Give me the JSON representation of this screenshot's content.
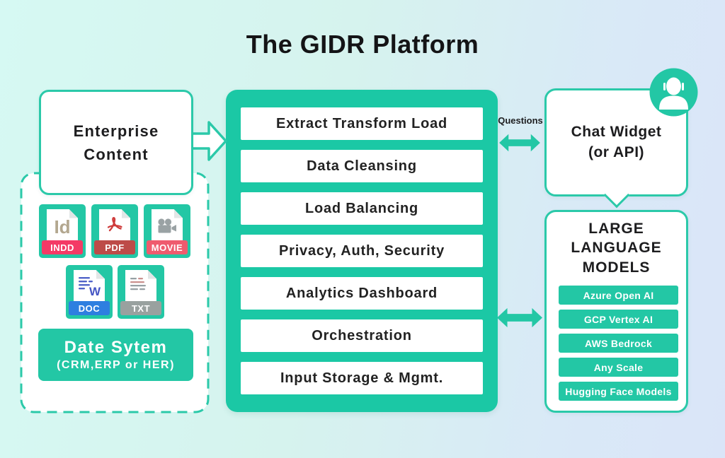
{
  "title": "The GIDR Platform",
  "colors": {
    "teal": "#23c7a5",
    "teal_border": "#2bc9a9",
    "background_left": "#d6f9f3",
    "background_right": "#dae5f8",
    "indd_badge": "#f43a66",
    "pdf_badge": "#bd4b48",
    "movie_badge": "#ef5b6e",
    "doc_badge": "#2e7fe0",
    "txt_badge": "#99a19f",
    "text_dark": "#1d1d1f"
  },
  "left_column": {
    "enterprise_box": {
      "line1": "Enterprise",
      "line2": "Content"
    },
    "file_tiles": [
      {
        "label": "INDD",
        "glyph": "Id",
        "icon": "indesign-file-icon"
      },
      {
        "label": "PDF",
        "icon": "pdf-file-icon"
      },
      {
        "label": "MOVIE",
        "icon": "movie-camera-icon"
      },
      {
        "label": "DOC",
        "glyph": "W",
        "icon": "word-doc-icon"
      },
      {
        "label": "TXT",
        "icon": "text-file-icon"
      }
    ],
    "data_system_box": {
      "line1": "Date Sytem",
      "line2": "(CRM,ERP or HER)"
    }
  },
  "pipeline": {
    "steps": [
      "Extract Transform Load",
      "Data Cleansing",
      "Load Balancing",
      "Privacy, Auth, Security",
      "Analytics Dashboard",
      "Orchestration",
      "Input Storage & Mgmt."
    ]
  },
  "right_column": {
    "questions_label": "Questions",
    "chat_widget": {
      "line1": "Chat Widget",
      "line2": "(or API)"
    },
    "llm_box": {
      "title": "LARGE LANGUAGE MODELS",
      "models": [
        "Azure Open AI",
        "GCP Vertex AI",
        "AWS Bedrock",
        "Any Scale",
        "Hugging Face Models"
      ]
    }
  }
}
